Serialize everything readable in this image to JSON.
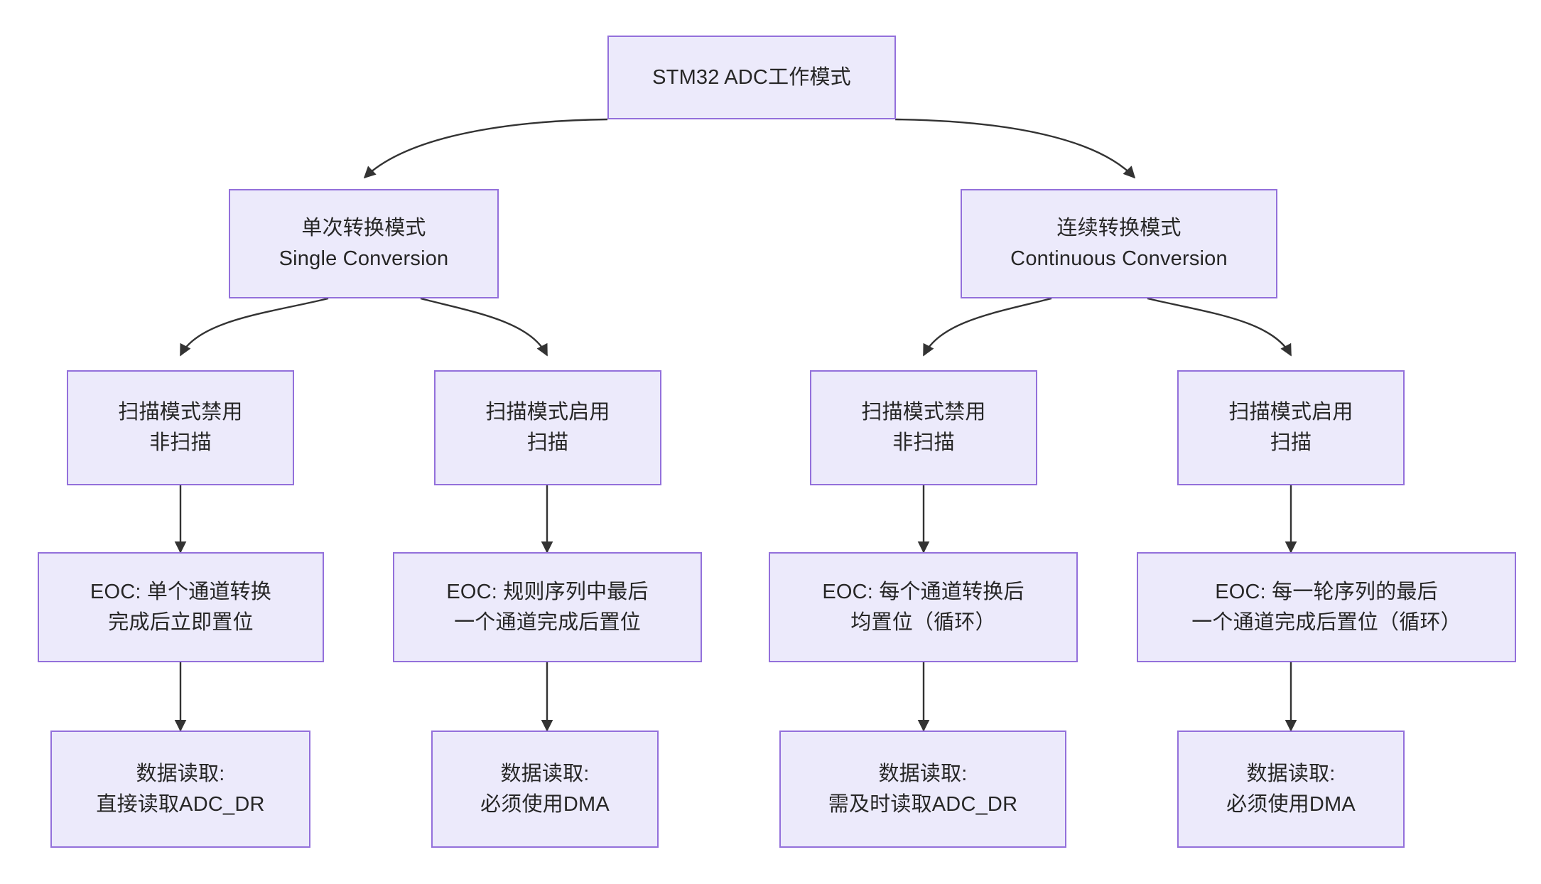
{
  "diagram": {
    "title": "STM32 ADC工作模式",
    "type": "flowchart",
    "direction": "top-down",
    "colors": {
      "node_fill": "#ECEAFB",
      "node_border": "#9370DB",
      "node_text": "#262626",
      "edge_stroke": "#333333",
      "background": "#FFFFFF"
    },
    "nodes": {
      "root": {
        "lines": [
          "STM32 ADC工作模式"
        ]
      },
      "single_mode": {
        "lines": [
          "单次转换模式",
          "Single Conversion"
        ]
      },
      "continuous_mode": {
        "lines": [
          "连续转换模式",
          "Continuous Conversion"
        ]
      },
      "single_scan_off": {
        "lines": [
          "扫描模式禁用",
          "非扫描"
        ]
      },
      "single_scan_on": {
        "lines": [
          "扫描模式启用",
          "扫描"
        ]
      },
      "cont_scan_off": {
        "lines": [
          "扫描模式禁用",
          "非扫描"
        ]
      },
      "cont_scan_on": {
        "lines": [
          "扫描模式启用",
          "扫描"
        ]
      },
      "eoc_single_nonscan": {
        "lines": [
          "EOC: 单个通道转换",
          "完成后立即置位"
        ]
      },
      "eoc_single_scan": {
        "lines": [
          "EOC: 规则序列中最后",
          "一个通道完成后置位"
        ]
      },
      "eoc_cont_nonscan": {
        "lines": [
          "EOC: 每个通道转换后",
          "均置位（循环）"
        ]
      },
      "eoc_cont_scan": {
        "lines": [
          "EOC: 每一轮序列的最后",
          "一个通道完成后置位（循环）"
        ]
      },
      "read_single_nonscan": {
        "lines": [
          "数据读取:",
          "直接读取ADC_DR"
        ]
      },
      "read_single_scan": {
        "lines": [
          "数据读取:",
          "必须使用DMA"
        ]
      },
      "read_cont_nonscan": {
        "lines": [
          "数据读取:",
          "需及时读取ADC_DR"
        ]
      },
      "read_cont_scan": {
        "lines": [
          "数据读取:",
          "必须使用DMA"
        ]
      }
    },
    "edges": [
      {
        "from": "root",
        "to": "single_mode",
        "style": "curved-arrow"
      },
      {
        "from": "root",
        "to": "continuous_mode",
        "style": "curved-arrow"
      },
      {
        "from": "single_mode",
        "to": "single_scan_off",
        "style": "curved-arrow"
      },
      {
        "from": "single_mode",
        "to": "single_scan_on",
        "style": "curved-arrow"
      },
      {
        "from": "continuous_mode",
        "to": "cont_scan_off",
        "style": "curved-arrow"
      },
      {
        "from": "continuous_mode",
        "to": "cont_scan_on",
        "style": "curved-arrow"
      },
      {
        "from": "single_scan_off",
        "to": "eoc_single_nonscan",
        "style": "straight-arrow"
      },
      {
        "from": "single_scan_on",
        "to": "eoc_single_scan",
        "style": "straight-arrow"
      },
      {
        "from": "cont_scan_off",
        "to": "eoc_cont_nonscan",
        "style": "straight-arrow"
      },
      {
        "from": "cont_scan_on",
        "to": "eoc_cont_scan",
        "style": "straight-arrow"
      },
      {
        "from": "eoc_single_nonscan",
        "to": "read_single_nonscan",
        "style": "straight-arrow"
      },
      {
        "from": "eoc_single_scan",
        "to": "read_single_scan",
        "style": "straight-arrow"
      },
      {
        "from": "eoc_cont_nonscan",
        "to": "read_cont_nonscan",
        "style": "straight-arrow"
      },
      {
        "from": "eoc_cont_scan",
        "to": "read_cont_scan",
        "style": "straight-arrow"
      }
    ]
  }
}
